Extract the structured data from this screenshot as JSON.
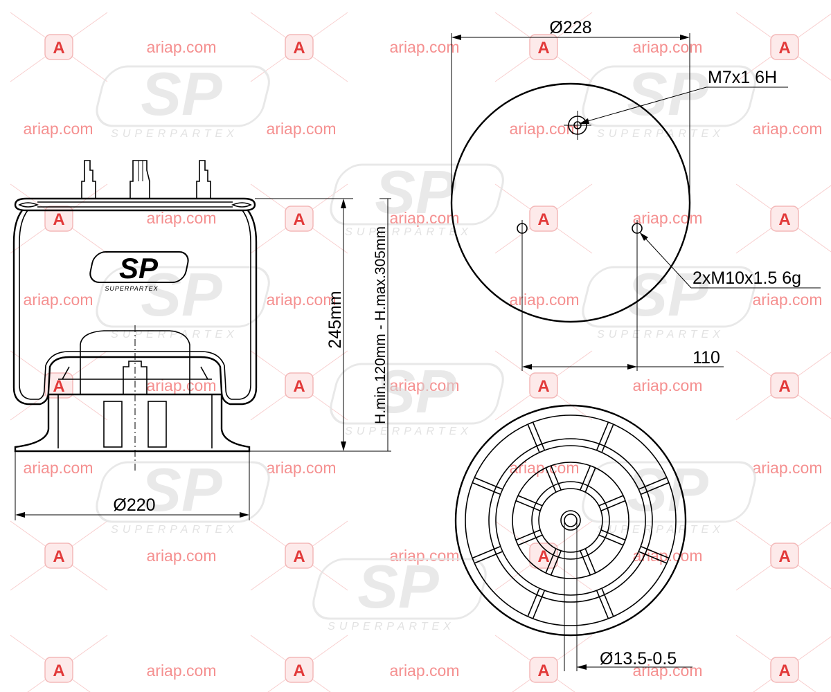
{
  "watermark": {
    "site_text": "ariap.com",
    "badge_letter": "A",
    "brand_short": "SP",
    "brand_name": "SUPERPARTEX",
    "accent_color": "#e23a3a"
  },
  "product_logo": {
    "short": "SP",
    "name": "SUPERPARTEX"
  },
  "dimensions": {
    "top_diameter": "Ø228",
    "center_thread": "M7x1 6H",
    "stud_threads": "2xM10x1.5 6g",
    "stud_spacing": "110",
    "nominal_height": "245mm",
    "height_range": "H.min.120mm - H.max.305mm",
    "piston_diameter": "Ø220",
    "bottom_hole": "Ø13.5-0.5"
  }
}
